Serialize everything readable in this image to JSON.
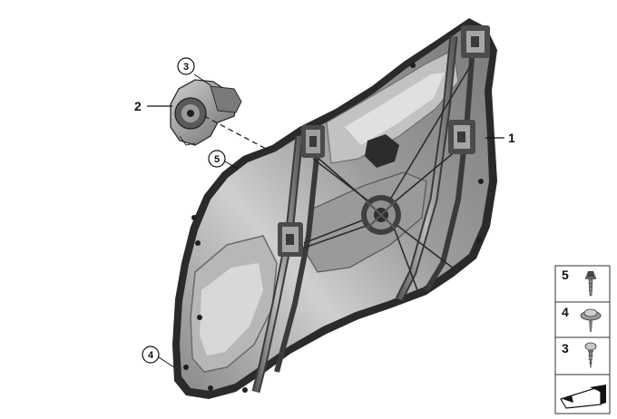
{
  "callouts": {
    "window_regulator": "1",
    "motor": "2",
    "motor_screw": "3",
    "bottom_screw": "4",
    "top_screw": "5"
  },
  "legend": {
    "items": [
      {
        "number": "5",
        "part": "hex-bolt-icon"
      },
      {
        "number": "4",
        "part": "collar-screw-icon"
      },
      {
        "number": "3",
        "part": "self-tapping-screw-icon"
      }
    ],
    "footer_icon": "parts-catalog-logo-icon"
  },
  "colors": {
    "part_light": "#d9d9d9",
    "part_mid": "#a9a9a9",
    "part_dark": "#5e5e5e",
    "outline": "#1a1a1a"
  }
}
